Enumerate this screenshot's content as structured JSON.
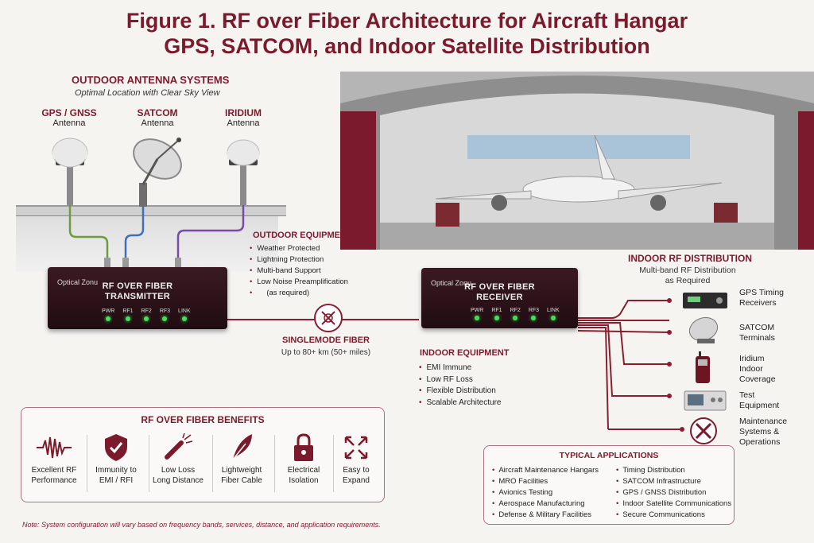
{
  "title": {
    "line1": "Figure 1. RF over Fiber Architecture for Aircraft Hangar",
    "line2": "GPS, SATCOM, and Indoor Satellite Distribution"
  },
  "outdoor": {
    "header": "OUTDOOR ANTENNA SYSTEMS",
    "subheader": "Optimal Location with Clear Sky View",
    "antennas": [
      {
        "name": "GPS / GNSS",
        "type": "Antenna",
        "color": "#6e9b3c"
      },
      {
        "name": "SATCOM",
        "type": "Antenna",
        "color": "#3e6fb8"
      },
      {
        "name": "IRIDIUM",
        "type": "Antenna",
        "color": "#7b4aa8"
      }
    ]
  },
  "outdoor_equipment": {
    "header": "OUTDOOR EQUIPMENT",
    "items": [
      "Weather Protected",
      "Lightning Protection",
      "Multi-band Support",
      "Low Noise Preamplification",
      "(as required)"
    ]
  },
  "transmitter": {
    "brand": "Optical Zonu",
    "line1": "RF OVER FIBER",
    "line2": "TRANSMITTER",
    "leds": [
      "PWR",
      "RF1",
      "RF2",
      "RF3",
      "LINK"
    ]
  },
  "receiver": {
    "brand": "Optical Zonu",
    "line1": "RF OVER FIBER",
    "line2": "RECEIVER",
    "leds": [
      "PWR",
      "RF1",
      "RF2",
      "RF3",
      "LINK"
    ]
  },
  "fiber": {
    "label": "SINGLEMODE FIBER",
    "sublabel": "Up to 80+ km (50+ miles)"
  },
  "indoor_equipment": {
    "header": "INDOOR EQUIPMENT",
    "items": [
      "EMI Immune",
      "Low RF Loss",
      "Flexible Distribution",
      "Scalable Architecture"
    ]
  },
  "distribution": {
    "header": "INDOOR RF DISTRIBUTION",
    "subheader_1": "Multi-band RF Distribution",
    "subheader_2": "as Required",
    "devices": [
      {
        "line1": "GPS Timing",
        "line2": "Receivers",
        "line3": "",
        "icon": "timing-receiver-icon"
      },
      {
        "line1": "SATCOM",
        "line2": "Terminals",
        "line3": "",
        "icon": "satcom-terminal-icon"
      },
      {
        "line1": "Iridium",
        "line2": "Indoor",
        "line3": "Coverage",
        "icon": "iridium-phone-icon"
      },
      {
        "line1": "Test",
        "line2": "Equipment",
        "line3": "",
        "icon": "test-equipment-icon"
      },
      {
        "line1": "Maintenance",
        "line2": "Systems &",
        "line3": "Operations",
        "icon": "tools-icon"
      }
    ]
  },
  "benefits": {
    "header": "RF OVER FIBER BENEFITS",
    "items": [
      {
        "line1": "Excellent RF",
        "line2": "Performance",
        "icon": "waveform-icon"
      },
      {
        "line1": "Immunity to",
        "line2": "EMI / RFI",
        "icon": "shield-check-icon"
      },
      {
        "line1": "Low Loss",
        "line2": "Long Distance",
        "icon": "fiber-light-icon"
      },
      {
        "line1": "Lightweight",
        "line2": "Fiber Cable",
        "icon": "feather-icon"
      },
      {
        "line1": "Electrical",
        "line2": "Isolation",
        "icon": "lock-icon"
      },
      {
        "line1": "Easy to",
        "line2": "Expand",
        "icon": "expand-arrows-icon"
      }
    ]
  },
  "applications": {
    "header": "TYPICAL APPLICATIONS",
    "col1": [
      "Aircraft Maintenance Hangars",
      "MRO Facilities",
      "Avionics Testing",
      "Aerospace Manufacturing",
      "Defense & Military Facilities"
    ],
    "col2": [
      "Timing Distribution",
      "SATCOM Infrastructure",
      "GPS / GNSS Distribution",
      "Indoor Satellite Communications",
      "Secure Communications"
    ]
  },
  "note": "Note: System configuration will vary based on frequency bands, services, distance, and application requirements.",
  "colors": {
    "accent": "#7b1a2c",
    "fiber": "#8a1e30",
    "led": "#44e05a"
  }
}
